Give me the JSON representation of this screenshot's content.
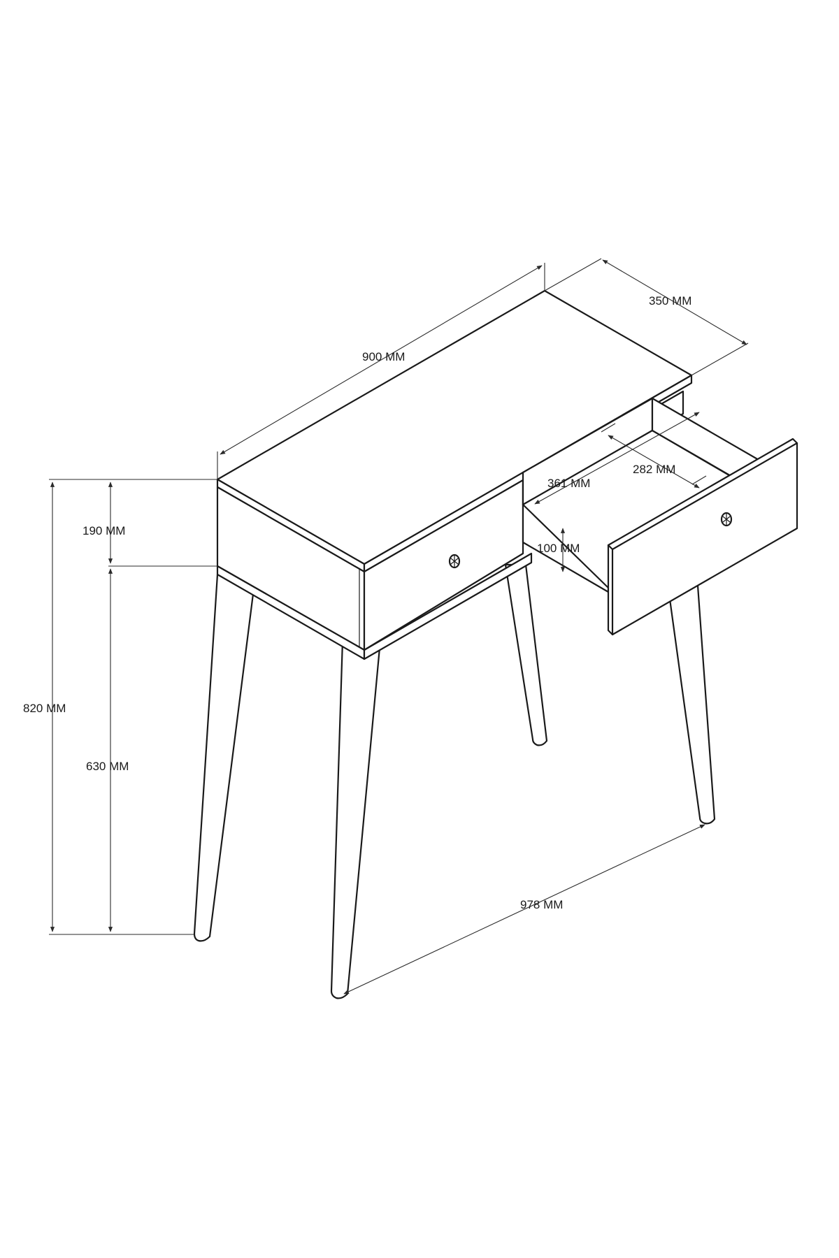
{
  "colors": {
    "line": "#1a1a1a",
    "background": "#ffffff"
  },
  "dimensions": {
    "top_width": "900 MM",
    "top_depth": "350 MM",
    "drawer_inner_width": "282 MM",
    "drawer_depth": "361 MM",
    "drawer_height": "100 MM",
    "carcass_height": "190 MM",
    "total_height": "820 MM",
    "leg_height": "630 MM",
    "leg_span": "978 MM"
  },
  "icons": [
    "drawer-knob-icon",
    "drawer-knob-icon"
  ]
}
